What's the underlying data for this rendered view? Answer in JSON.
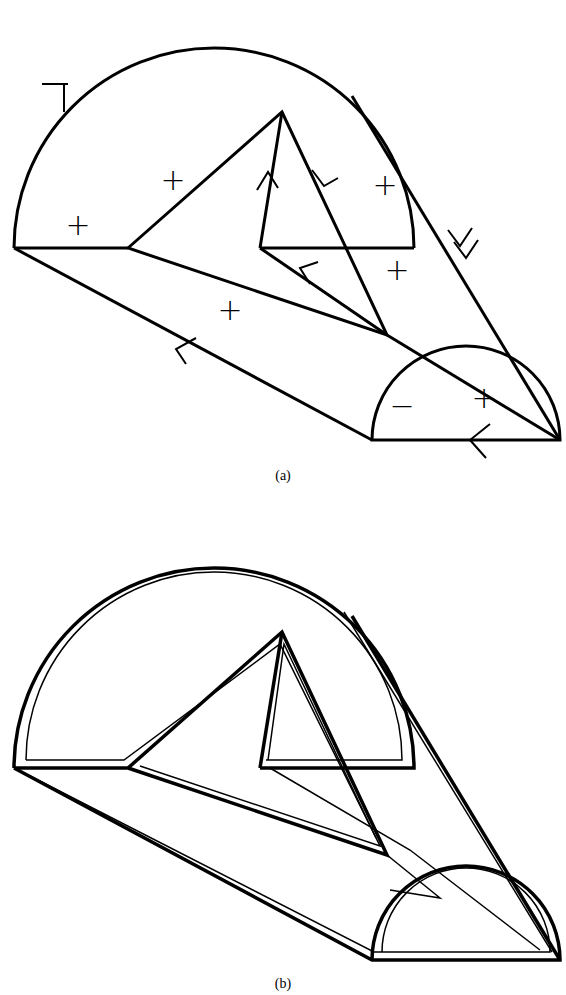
{
  "diagram": {
    "labels": [
      "+",
      "+",
      "+",
      "+",
      "+",
      "+",
      "−",
      "(a)",
      "(b)"
    ]
  }
}
